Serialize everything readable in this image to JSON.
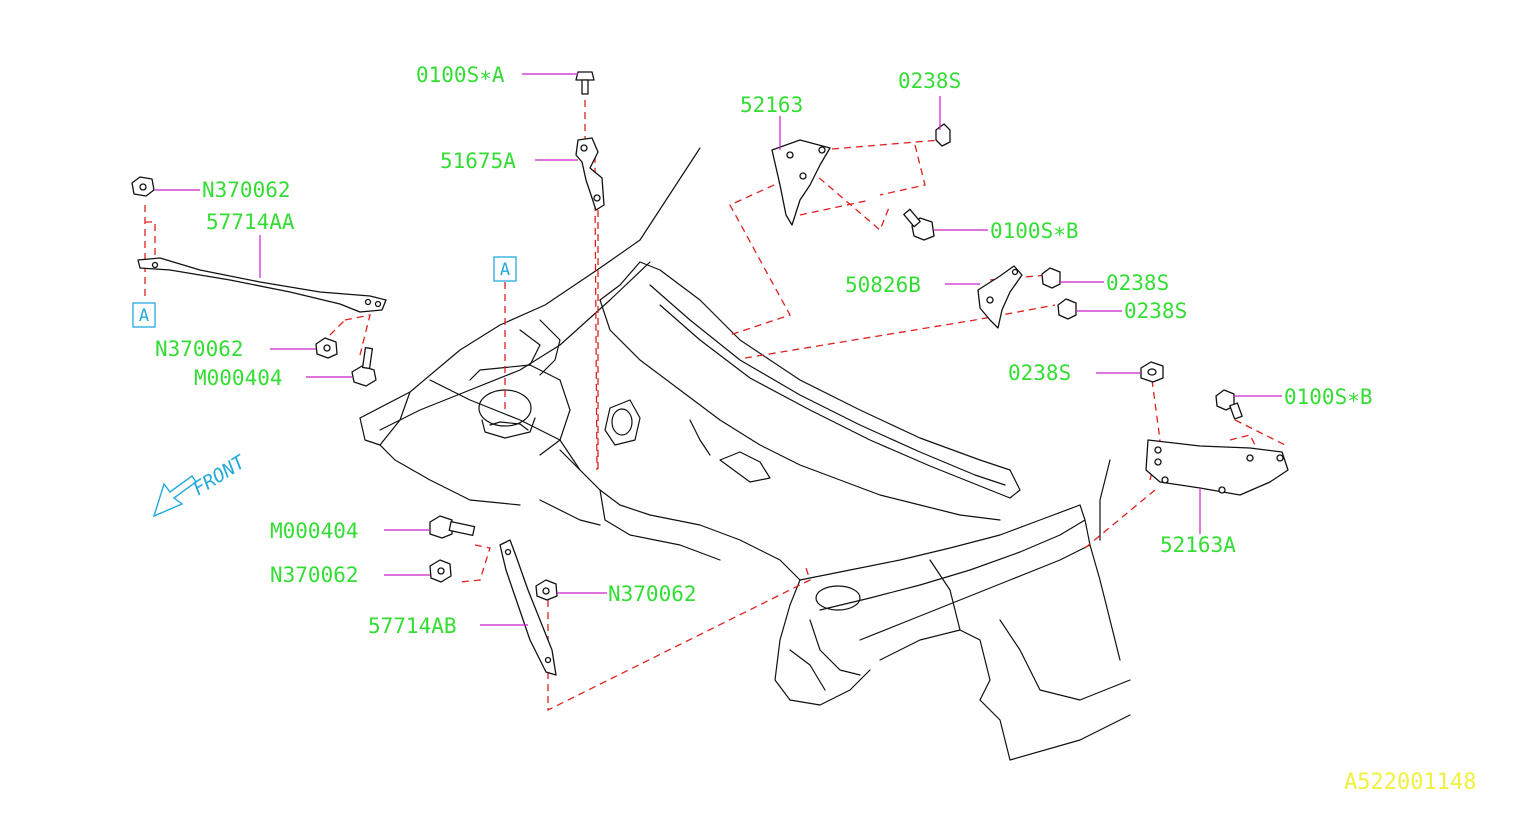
{
  "diagram": {
    "labels": {
      "bolt_0100s_a": "0100S∗A",
      "stay_51675a": "51675A",
      "bracket_52163": "52163",
      "nut_0238s_top": "0238S",
      "bolt_0100s_b_top": "0100S∗B",
      "nut_n370062_left_top": "N370062",
      "bar_57714aa": "57714AA",
      "nut_n370062_left_mid": "N370062",
      "bolt_m000404_left": "M000404",
      "bracket_50826b": "50826B",
      "nut_0238s_mid1": "0238S",
      "nut_0238s_mid2": "0238S",
      "nut_0238s_right": "0238S",
      "bolt_0100s_b_right": "0100S∗B",
      "bracket_52163a": "52163A",
      "bolt_m000404_bottom": "M000404",
      "nut_n370062_bottom_left": "N370062",
      "nut_n370062_bottom_right": "N370062",
      "bar_57714ab": "57714AB"
    },
    "ref_markers": {
      "left": "A",
      "center": "A"
    },
    "front_label": "FRONT",
    "diagram_code": "A522001148",
    "colors": {
      "part_label": "#33dd33",
      "leader_line": "#cc22cc",
      "dashed_line": "#e02020",
      "reference_marker": "#22aadd",
      "diagram_code": "#f0f040"
    }
  }
}
